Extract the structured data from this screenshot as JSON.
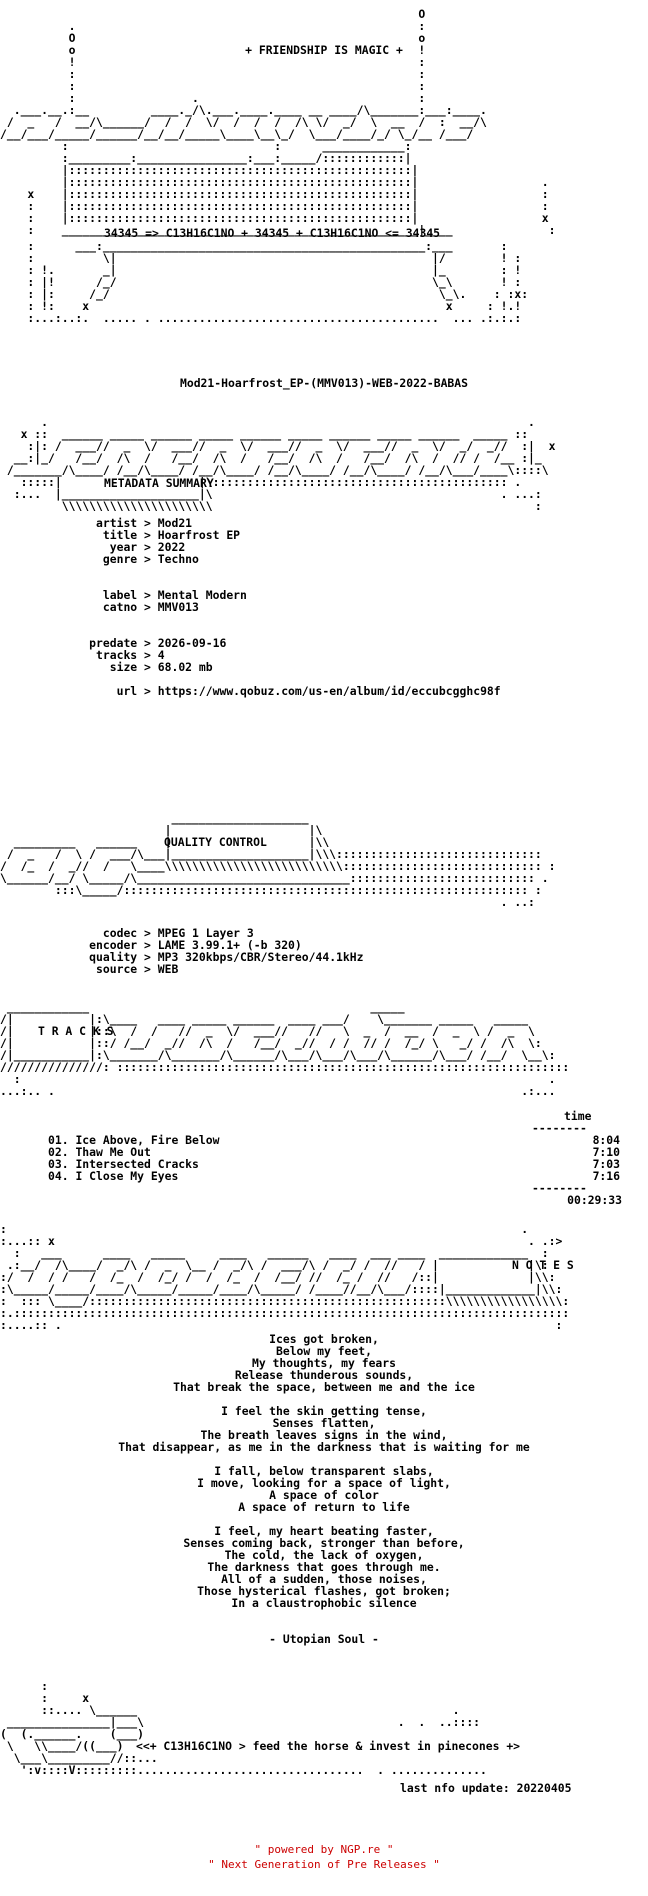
{
  "header_title": "+ FRIENDSHIP IS MAGIC +",
  "formula": "34345 => C13H16C1NO + 34345 + C13H16C1NO <= 34345",
  "release_name": "Mod21-Hoarfrost_EP-(MMV013)-WEB-2022-BABAS",
  "sections": {
    "metadata": "METADATA SUMMARY",
    "quality": "QUALITY CONTROL",
    "tracks": "T R A C K S",
    "notes": "N O T E S"
  },
  "metadata": {
    "artist_key": "artist",
    "artist": "Mod21",
    "title_key": "title",
    "title": "Hoarfrost EP",
    "year_key": "year",
    "year": "2022",
    "genre_key": "genre",
    "genre": "Techno",
    "label_key": "label",
    "label": "Mental Modern",
    "catno_key": "catno",
    "catno": "MMV013",
    "predate_key": "predate",
    "predate": "2026-09-16",
    "tracks_key": "tracks",
    "tracks": "4",
    "size_key": "size",
    "size": "68.02 mb",
    "url_key": "url",
    "url": "https://www.qobuz.com/us-en/album/id/eccubcgghc98f"
  },
  "quality": {
    "codec_key": "codec",
    "codec": "MPEG 1 Layer 3",
    "encoder_key": "encoder",
    "encoder": "LAME 3.99.1+ (-b 320)",
    "quality_key": "quality",
    "quality": "MP3 320kbps/CBR/Stereo/44.1kHz",
    "source_key": "source",
    "source": "WEB"
  },
  "tracklist": {
    "time_header": "time",
    "items": [
      {
        "num": "01.",
        "title": "Ice Above, Fire Below",
        "time": "8:04"
      },
      {
        "num": "02.",
        "title": "Thaw Me Out",
        "time": "7:10"
      },
      {
        "num": "03.",
        "title": "Intersected Cracks",
        "time": "7:03"
      },
      {
        "num": "04.",
        "title": "I Close My Eyes",
        "time": "7:16"
      }
    ],
    "total": "00:29:33"
  },
  "notes": {
    "stanzas": [
      [
        "Ices got broken,",
        "Below my feet,",
        "My thoughts, my fears",
        "Release thunderous sounds,",
        "That break the space, between me and the ice"
      ],
      [
        "I feel the skin getting tense,",
        "Senses flatten,",
        "The breath leaves signs in the wind,",
        "That disappear, as me in the darkness that is waiting for me"
      ],
      [
        "I fall, below transparent slabs,",
        "I move, looking for a space of light,",
        "A space of color",
        "A space of return to life"
      ],
      [
        "I feel, my heart beating faster,",
        "Senses coming back, stronger than before,",
        "The cold, the lack of oxygen,",
        "The darkness that goes through me.",
        "All of a sudden, those noises,",
        "Those hysterical flashes, got broken;",
        "In a claustrophobic silence"
      ]
    ],
    "signature": "- Utopian Soul -"
  },
  "footer": {
    "motto": "<<+ C13H16C1NO > feed the horse & invest in pinecones +>",
    "last_update": "last nfo update: 20220405",
    "powered_by": "\" powered by NGP.re \"",
    "next_gen": "\" Next Generation of Pre Releases \""
  }
}
